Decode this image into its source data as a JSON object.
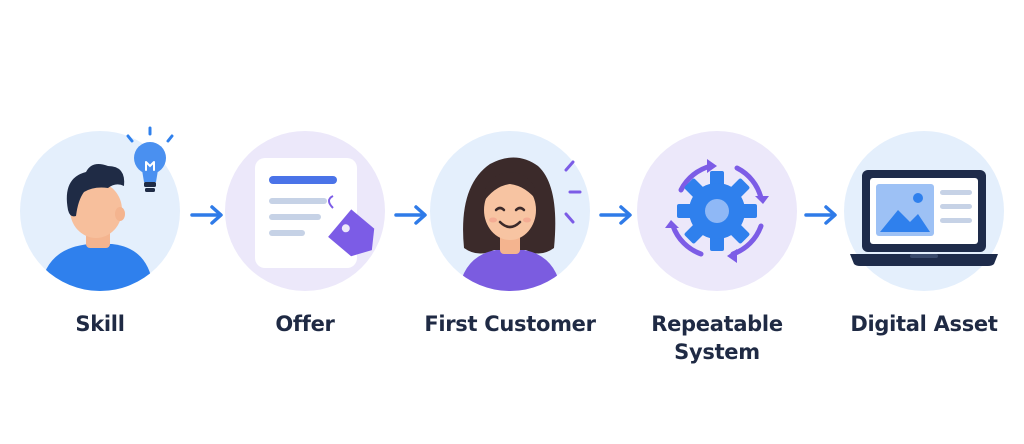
{
  "steps": [
    {
      "label": "Skill",
      "icon": "person-with-lightbulb-icon"
    },
    {
      "label": "Offer",
      "icon": "document-with-price-tag-icon"
    },
    {
      "label": "First Customer",
      "icon": "smiling-customer-icon"
    },
    {
      "label": "Repeatable\nSystem",
      "icon": "gear-cycle-icon"
    },
    {
      "label": "Digital Asset",
      "icon": "laptop-with-image-icon"
    }
  ],
  "arrows": [
    "arrow-right-icon",
    "arrow-right-icon",
    "arrow-right-icon",
    "arrow-right-icon"
  ],
  "colors": {
    "label_text": "#1f2a44",
    "arrow": "#2f7be8",
    "circle_blue": "#e4effc",
    "circle_lavender": "#ece8fa",
    "accent_blue": "#3b82f6",
    "accent_purple": "#7c5ce6",
    "navy": "#1e2b4a"
  }
}
